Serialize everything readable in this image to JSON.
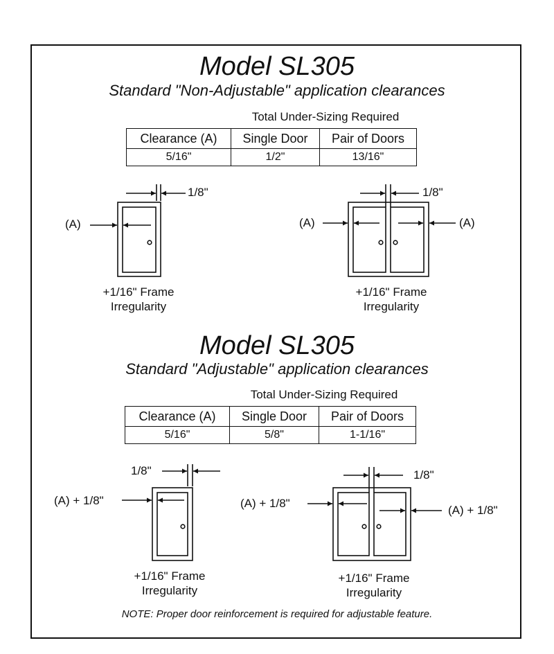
{
  "section1": {
    "title": "Model SL305",
    "subtitle": "Standard \"Non-Adjustable\" application clearances",
    "table_caption": "Total Under-Sizing Required",
    "headers": [
      "Clearance (A)",
      "Single Door",
      "Pair of Doors"
    ],
    "values": [
      "5/16\"",
      "1/2\"",
      "13/16\""
    ],
    "single": {
      "gap_label": "1/8\"",
      "clearance_label": "(A)",
      "frame_note_1": "+1/16\" Frame",
      "frame_note_2": "Irregularity"
    },
    "pair": {
      "gap_label": "1/8\"",
      "left_label": "(A)",
      "right_label": "(A)",
      "frame_note_1": "+1/16\" Frame",
      "frame_note_2": "Irregularity"
    }
  },
  "section2": {
    "title": "Model SL305",
    "subtitle": "Standard \"Adjustable\" application clearances",
    "table_caption": "Total Under-Sizing Required",
    "headers": [
      "Clearance (A)",
      "Single Door",
      "Pair of Doors"
    ],
    "values": [
      "5/16\"",
      "5/8\"",
      "1-1/16\""
    ],
    "single": {
      "gap_label": "1/8\"",
      "clearance_label": "(A) + 1/8\"",
      "frame_note_1": "+1/16\" Frame",
      "frame_note_2": "Irregularity"
    },
    "pair": {
      "gap_label": "1/8\"",
      "left_label": "(A) + 1/8\"",
      "right_label": "(A) + 1/8\"",
      "frame_note_1": "+1/16\" Frame",
      "frame_note_2": "Irregularity"
    }
  },
  "note": "NOTE: Proper door reinforcement is required for adjustable feature."
}
